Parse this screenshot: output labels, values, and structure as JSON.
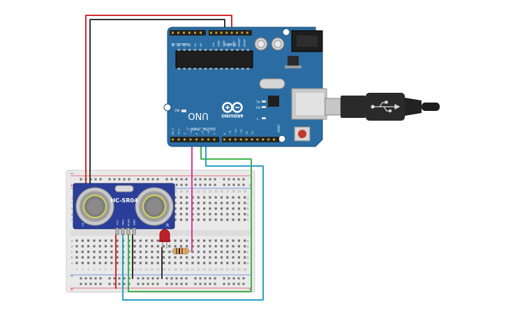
{
  "arduino": {
    "brand": "ARDUINO",
    "model": "UNO",
    "power_header_title": "POWER",
    "analog_header_title": "ANALOG IN",
    "digital_header_title": "DIGITAL (PWM~)",
    "on_label": "ON",
    "tx_label": "TX",
    "rx_label": "RX",
    "l_label": "L",
    "aref_label": "AREF",
    "power_pins": [
      "IOREF",
      "RESET",
      "3.3V",
      "5V",
      "GND",
      "GND",
      "Vin"
    ],
    "analog_pins": [
      "A0",
      "A1",
      "A2",
      "A3",
      "A4",
      "A5"
    ],
    "digital_pins": [
      "13",
      "12",
      "~11",
      "~10",
      "~9",
      "8",
      "7",
      "~6",
      "~5",
      "4",
      "~3",
      "2",
      "TX 1",
      "RX 0"
    ],
    "board_color": "#2b6da3"
  },
  "sensor": {
    "model": "HC-SR04",
    "left_marker": "T",
    "right_marker": "R",
    "pins": [
      "VCC",
      "TRIG",
      "ECHO",
      "GND"
    ],
    "board_color": "#2b3f9a"
  },
  "breadboard": {
    "plus_label": "+",
    "minus_label": "−",
    "row_letters_top": [
      "a",
      "b",
      "c",
      "d",
      "e"
    ],
    "row_letters_bottom": [
      "f",
      "g",
      "h",
      "i",
      "j"
    ],
    "column_numbers": [
      "1",
      "2",
      "3",
      "4",
      "5",
      "6",
      "7",
      "8",
      "9",
      "10",
      "11",
      "12",
      "13",
      "14",
      "15",
      "16",
      "17",
      "18",
      "19",
      "20",
      "21",
      "22",
      "23",
      "24",
      "25",
      "26",
      "27",
      "28",
      "29",
      "30"
    ]
  },
  "colors": {
    "wire_red": "#d42a2a",
    "wire_black": "#333333",
    "wire_green": "#3fb34a",
    "wire_blue": "#2aa0c4",
    "wire_magenta": "#d6399a",
    "led_red": "#c0202a",
    "usb_cable": "#2a2a2a"
  }
}
